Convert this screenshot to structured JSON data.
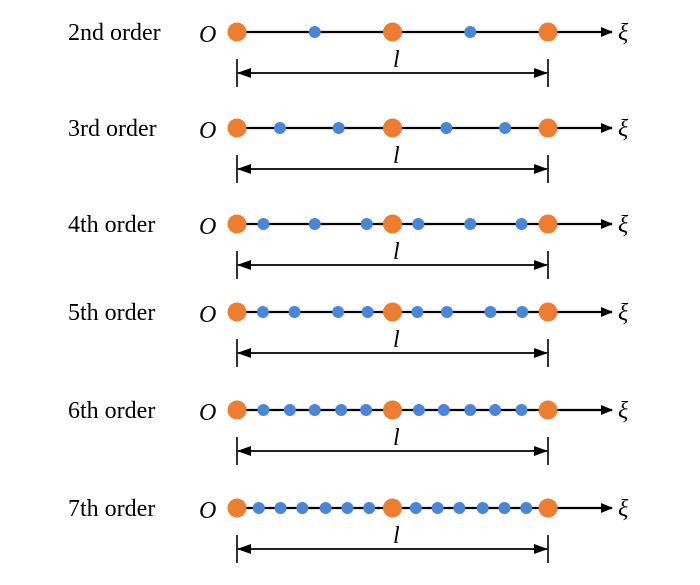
{
  "colors": {
    "primary_node": "#ED7D31",
    "secondary_node": "#4A86D8",
    "line": "#000000"
  },
  "symbols": {
    "origin": "O",
    "axis": "ξ",
    "length": "l"
  },
  "rows": [
    {
      "label": "2nd order",
      "interior_node_fractions": [
        0.25,
        0.75
      ]
    },
    {
      "label": "3rd order",
      "interior_node_fractions": [
        0.138,
        0.327,
        0.673,
        0.862
      ]
    },
    {
      "label": "4th order",
      "interior_node_fractions": [
        0.085,
        0.25,
        0.417,
        0.583,
        0.75,
        0.915
      ]
    },
    {
      "label": "5th order",
      "interior_node_fractions": [
        0.083,
        0.185,
        0.325,
        0.42,
        0.58,
        0.675,
        0.815,
        0.917
      ]
    },
    {
      "label": "6th order",
      "interior_node_fractions": [
        0.085,
        0.17,
        0.25,
        0.335,
        0.415,
        0.585,
        0.665,
        0.75,
        0.83,
        0.915
      ]
    },
    {
      "label": "7th order",
      "interior_node_fractions": [
        0.07,
        0.14,
        0.21,
        0.285,
        0.355,
        0.425,
        0.575,
        0.645,
        0.715,
        0.79,
        0.86,
        0.93
      ]
    }
  ]
}
